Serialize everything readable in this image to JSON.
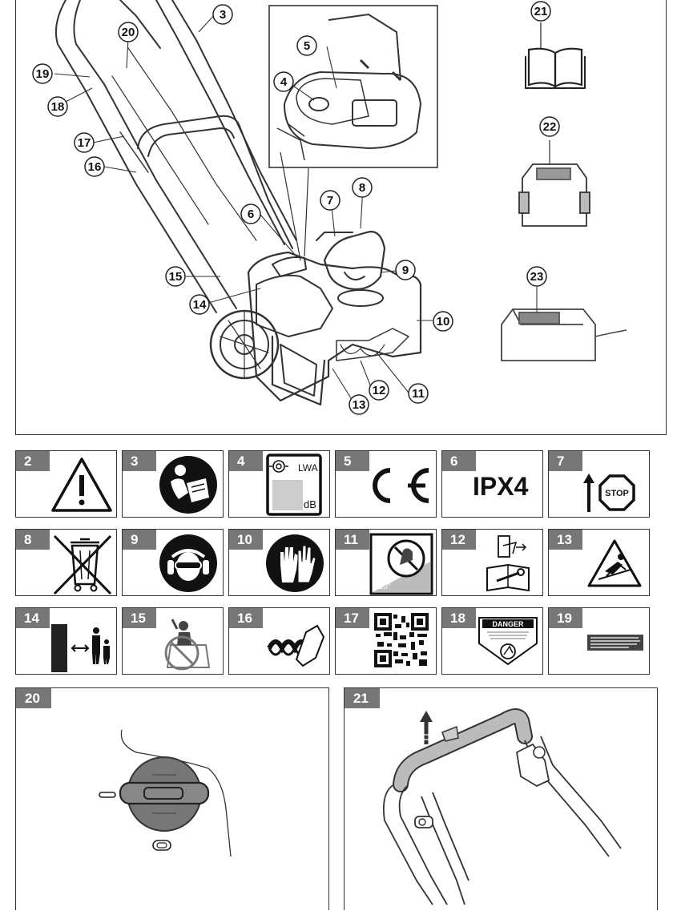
{
  "overview": {
    "callouts": [
      "3",
      "4",
      "5",
      "6",
      "7",
      "8",
      "9",
      "10",
      "11",
      "12",
      "13",
      "14",
      "15",
      "16",
      "17",
      "18",
      "19",
      "20",
      "21",
      "22",
      "23"
    ]
  },
  "symbols": [
    {
      "num": "2",
      "icon": "warning-triangle-icon"
    },
    {
      "num": "3",
      "icon": "read-manual-icon"
    },
    {
      "num": "4",
      "icon": "sound-power-level-icon",
      "lwa": "LWA",
      "db": "dB"
    },
    {
      "num": "5",
      "icon": "ce-mark-icon"
    },
    {
      "num": "6",
      "icon": "ipx4-icon",
      "text": "IPX4"
    },
    {
      "num": "7",
      "icon": "stop-icon",
      "text": "STOP"
    },
    {
      "num": "8",
      "icon": "weee-crossed-bin-icon"
    },
    {
      "num": "9",
      "icon": "eye-ear-protection-icon"
    },
    {
      "num": "10",
      "icon": "gloves-icon"
    },
    {
      "num": "11",
      "icon": "no-slope-icon",
      "text": ">10°"
    },
    {
      "num": "12",
      "icon": "service-manual-icon"
    },
    {
      "num": "13",
      "icon": "slip-hazard-icon"
    },
    {
      "num": "14",
      "icon": "keep-bystanders-away-icon"
    },
    {
      "num": "15",
      "icon": "no-passengers-icon"
    },
    {
      "num": "16",
      "icon": "auger-foot-hazard-icon"
    },
    {
      "num": "17",
      "icon": "qr-code-icon"
    },
    {
      "num": "18",
      "icon": "danger-label-icon",
      "text": "DANGER"
    },
    {
      "num": "19",
      "icon": "caution-label-icon"
    }
  ],
  "figures": {
    "fig20": {
      "num": "20"
    },
    "fig21": {
      "num": "21"
    }
  },
  "colors": {
    "tab": "#777777",
    "stroke": "#333333"
  }
}
